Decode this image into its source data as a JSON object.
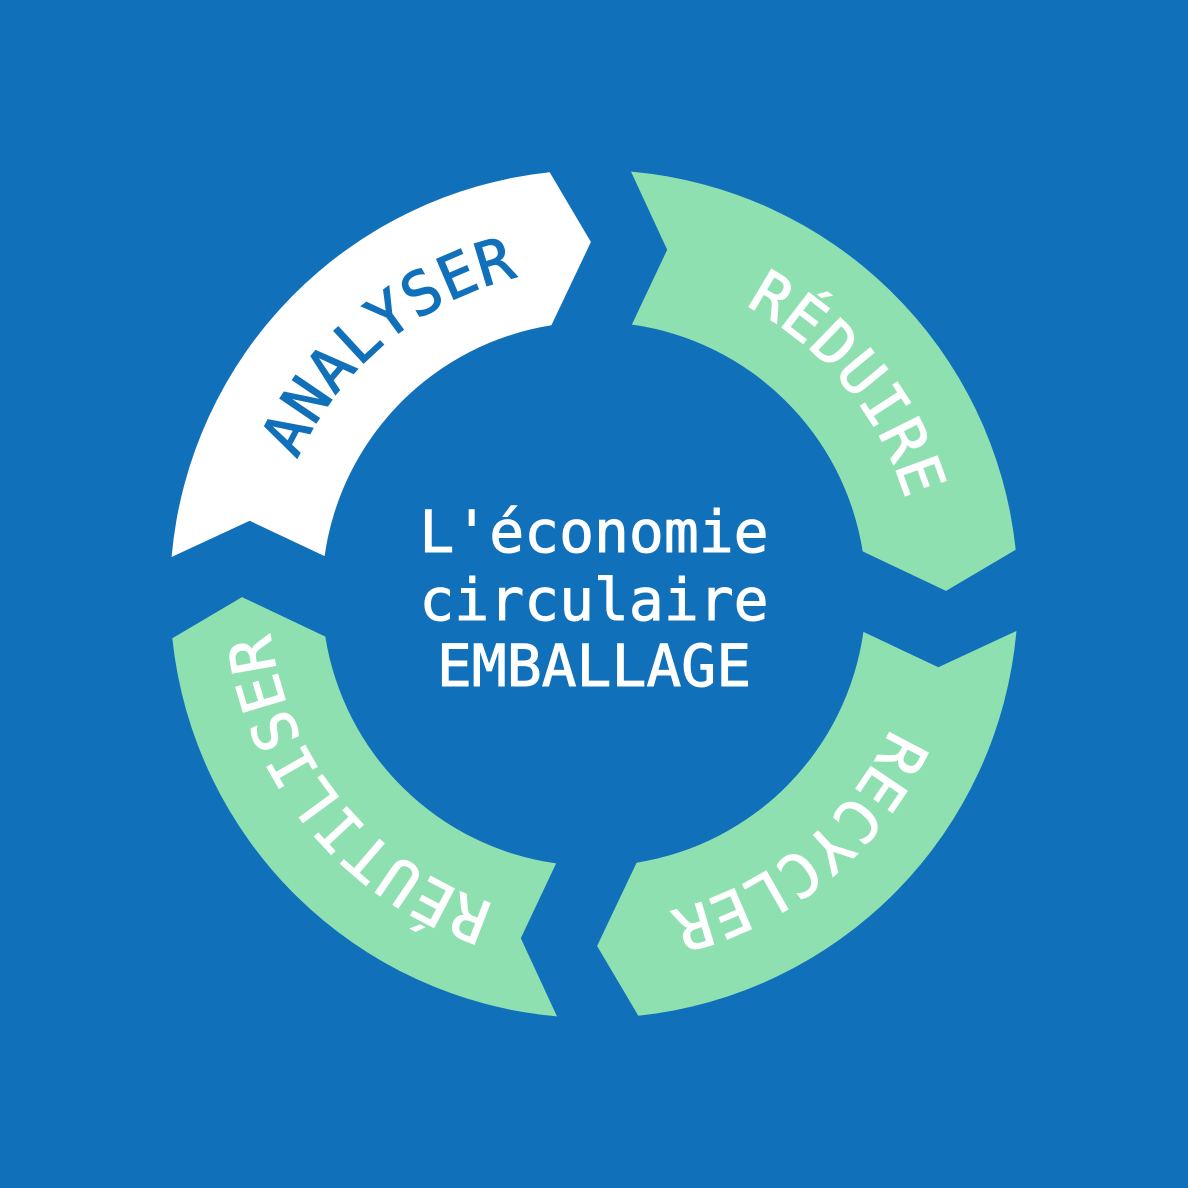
{
  "colors": {
    "background": "#1170BA",
    "center_text": "#FFFFFF"
  },
  "center": {
    "line1": "L'économie",
    "line2": "circulaire",
    "line3": "EMBALLAGE"
  },
  "steps": [
    {
      "label": "ANALYSER",
      "fill": "#FFFFFF",
      "text_color": "#1170BA"
    },
    {
      "label": "RÉDUIRE",
      "fill": "#8FE0B1",
      "text_color": "#FFFFFF"
    },
    {
      "label": "RECYCLER",
      "fill": "#8FE0B1",
      "text_color": "#FFFFFF"
    },
    {
      "label": "RÉUTILISER",
      "fill": "#8FE0B1",
      "text_color": "#FFFFFF"
    }
  ]
}
